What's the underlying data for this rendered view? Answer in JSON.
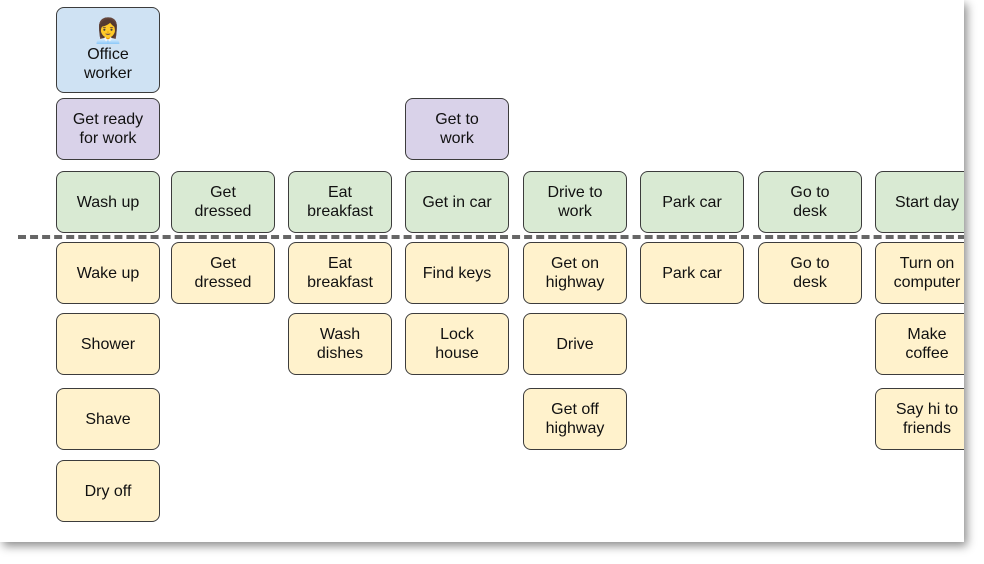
{
  "colors": {
    "persona": "#cfe2f3",
    "activity": "#d9d2e9",
    "step": "#d9ead3",
    "detail": "#fff2cc",
    "divider": "#666666",
    "border": "#3c3c3c"
  },
  "persona": {
    "emoji": "👩‍💼",
    "label": "Office\nworker"
  },
  "activities": {
    "a1": "Get ready\nfor work",
    "a2": "Get to\nwork"
  },
  "steps": [
    "Wash up",
    "Get\ndressed",
    "Eat\nbreakfast",
    "Get in car",
    "Drive to\nwork",
    "Park car",
    "Go to\ndesk",
    "Start day"
  ],
  "details": {
    "col0": [
      "Wake up",
      "Shower",
      "Shave",
      "Dry off"
    ],
    "col1": [
      "Get\ndressed"
    ],
    "col2": [
      "Eat\nbreakfast",
      "Wash\ndishes"
    ],
    "col3": [
      "Find keys",
      "Lock\nhouse"
    ],
    "col4": [
      "Get on\nhighway",
      "Drive",
      "Get off\nhighway"
    ],
    "col5": [
      "Park car"
    ],
    "col6": [
      "Go to\ndesk"
    ],
    "col7": [
      "Turn on\ncomputer",
      "Make\ncoffee",
      "Say hi to\nfriends"
    ]
  }
}
